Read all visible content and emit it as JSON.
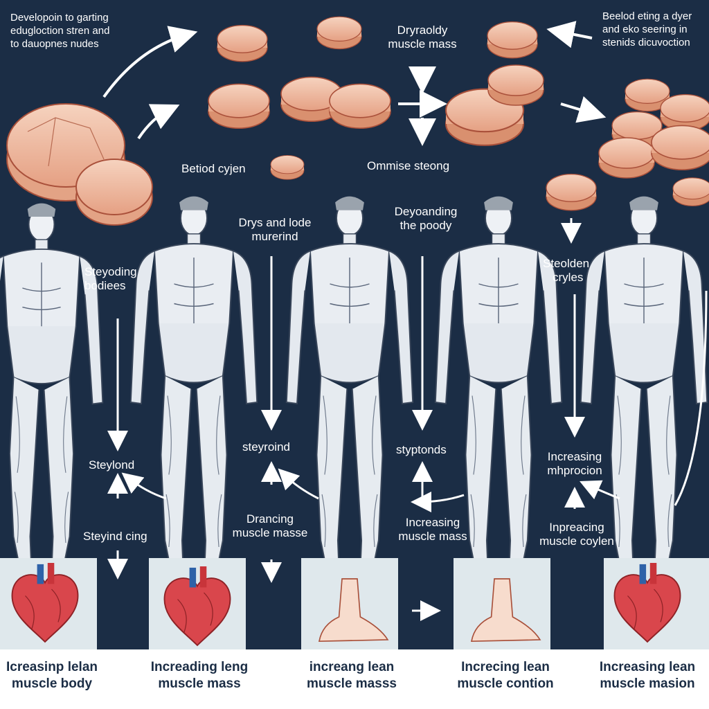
{
  "top_labels": {
    "top_left": [
      "Developoin to garting",
      "edugloction stren and",
      "to dauopnes nudes"
    ],
    "top_center": [
      "Dryraoldy",
      "muscle mass"
    ],
    "top_right": [
      "Beelod eting a dyer",
      "and eko seering in",
      "stenids dicuvoction"
    ],
    "upper_left_pill": "Betiod cyjen",
    "upper_center_pill": "Ommise steong"
  },
  "mid_labels": {
    "left": [
      "Steyoding",
      "bodiees"
    ],
    "center_left": [
      "Drys and lode",
      "murerind"
    ],
    "center": [
      "Deyoanding",
      "the poody"
    ],
    "right": [
      "Steolden",
      "cryles"
    ]
  },
  "lower_labels": {
    "steyloind": "Steylond",
    "steyroind": "steyroind",
    "styptonds": "styptonds",
    "increasing_mhprocion": [
      "Increasing",
      "mhprocion"
    ],
    "steyind_cing": "Steyind cing",
    "drancing": [
      "Drancing",
      "muscle masse"
    ],
    "increasing_mass": [
      "Increasing",
      "muscle mass"
    ],
    "inpreacing": [
      "Inpreacing",
      "muscle coylen"
    ]
  },
  "captions": [
    [
      "Icreasinp lelan",
      "muscle body"
    ],
    [
      "Increading leng",
      "muscle mass"
    ],
    [
      "increang lean",
      "muscle masss"
    ],
    [
      "Increcing lean",
      "muscle contion"
    ],
    [
      "Increasing lean",
      "muscle masion"
    ]
  ],
  "colors": {
    "background": "#1b2d45",
    "pill": "#f1c2a6",
    "pill_edge": "#b0503a",
    "panel": "#dfe8ec",
    "heart_red": "#c8343a",
    "heart_blue": "#2e62a8"
  }
}
